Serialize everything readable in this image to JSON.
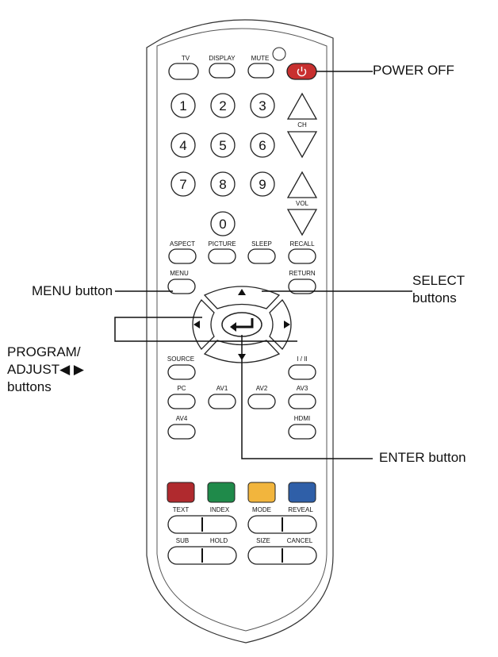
{
  "remote": {
    "power_label": "POWER OFF",
    "buttons": {
      "tv": "TV",
      "display": "DISPLAY",
      "mute": "MUTE",
      "digits": [
        "1",
        "2",
        "3",
        "4",
        "5",
        "6",
        "7",
        "8",
        "9",
        "0"
      ],
      "ch": "CH",
      "vol": "VOL",
      "aspect": "ASPECT",
      "picture": "PICTURE",
      "sleep": "SLEEP",
      "recall": "RECALL",
      "menu": "MENU",
      "return": "RETURN",
      "source": "SOURCE",
      "i_ii": "I / II",
      "pc": "PC",
      "av1": "AV1",
      "av2": "AV2",
      "av3": "AV3",
      "av4": "AV4",
      "hdmi": "HDMI",
      "text": "TEXT",
      "index": "INDEX",
      "mode": "MODE",
      "reveal": "REVEAL",
      "sub": "SUB",
      "hold": "HOLD",
      "size": "SIZE",
      "cancel": "CANCEL"
    },
    "color_keys": [
      "#b02a2e",
      "#1f8a4a",
      "#f2b53d",
      "#2f5fa8"
    ],
    "power_color": "#c8302f"
  },
  "callouts": {
    "power_off": "POWER OFF",
    "menu_button": "MENU button",
    "select_line1": "SELECT",
    "select_line2": "buttons",
    "program_line1": "PROGRAM/",
    "program_line2": "ADJUST◀ ▶",
    "program_line3": "buttons",
    "enter_button": "ENTER button"
  }
}
